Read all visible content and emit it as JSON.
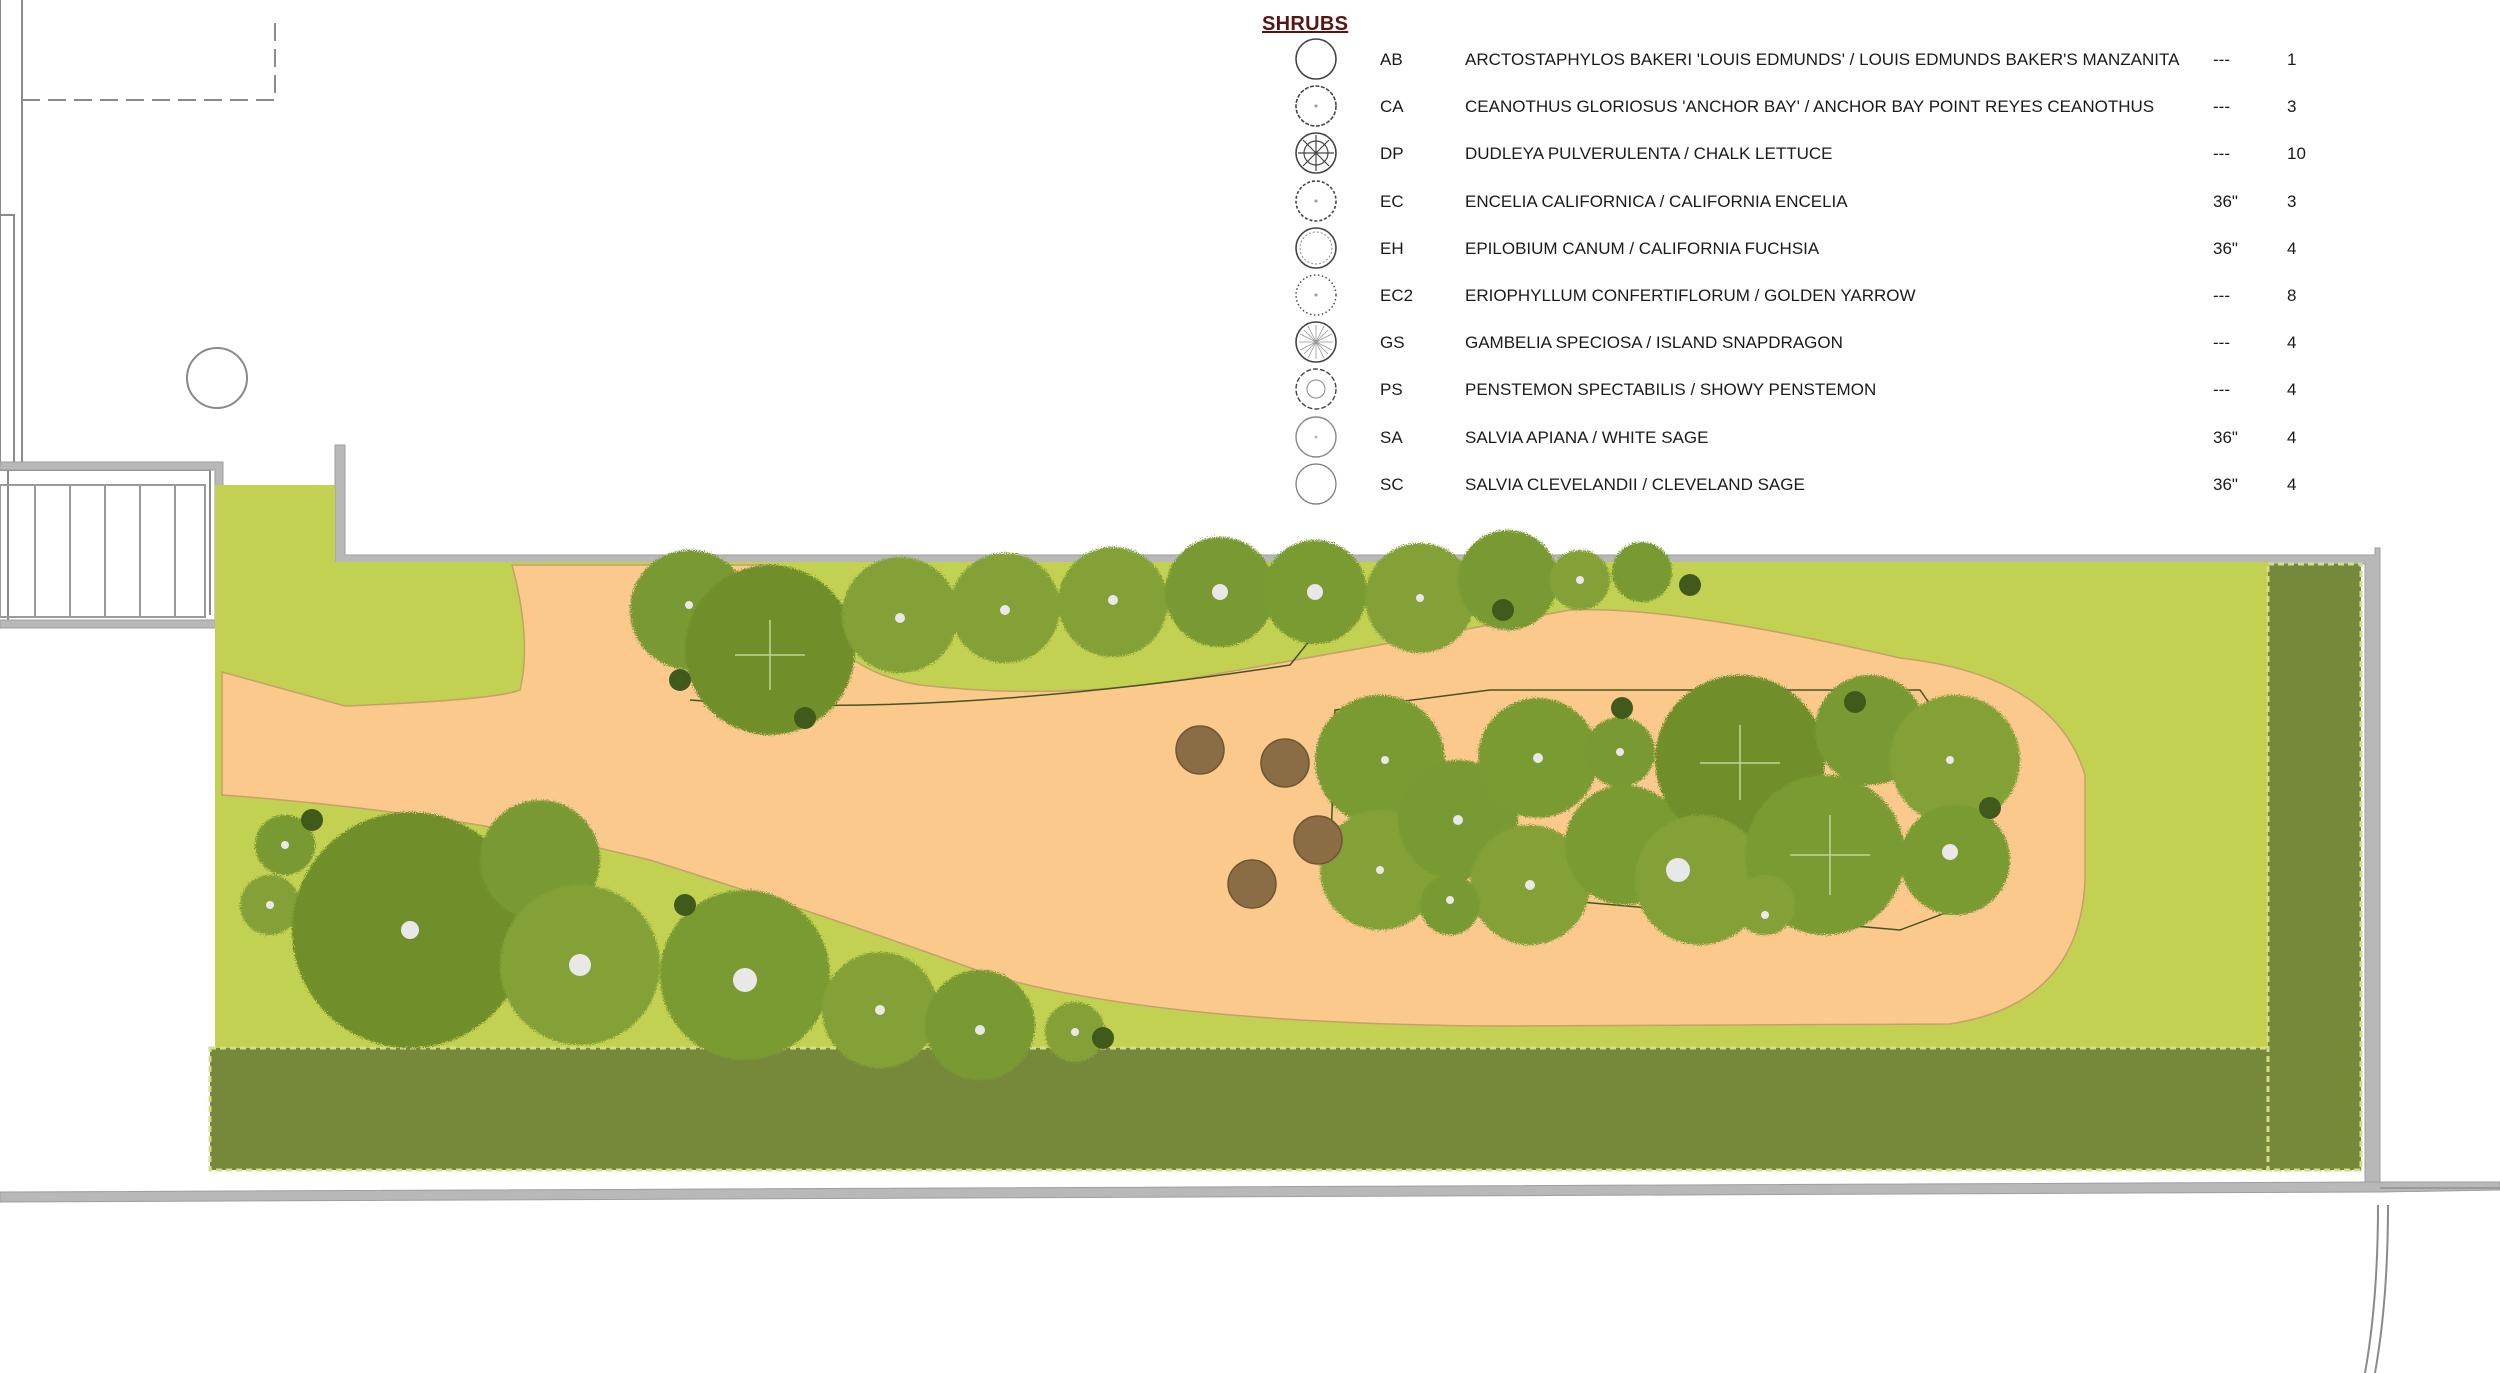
{
  "legend": {
    "title": "SHRUBS",
    "rows": [
      {
        "code": "AB",
        "name": "ARCTOSTAPHYLOS BAKERI 'LOUIS EDMUNDS' / LOUIS EDMUNDS BAKER'S MANZANITA",
        "size": "---",
        "qty": "1",
        "symbol": "plain-circle-icon"
      },
      {
        "code": "CA",
        "name": "CEANOTHUS GLORIOSUS 'ANCHOR BAY' / ANCHOR BAY POINT REYES CEANOTHUS",
        "size": "---",
        "qty": "3",
        "symbol": "scalloped-circle-icon"
      },
      {
        "code": "DP",
        "name": "DUDLEYA PULVERULENTA / CHALK LETTUCE",
        "size": "---",
        "qty": "10",
        "symbol": "rosette-icon"
      },
      {
        "code": "EC",
        "name": "ENCELIA CALIFORNICA / CALIFORNIA ENCELIA",
        "size": "36\"",
        "qty": "3",
        "symbol": "dashed-circle-icon"
      },
      {
        "code": "EH",
        "name": "EPILOBIUM CANUM / CALIFORNIA FUCHSIA",
        "size": "36\"",
        "qty": "4",
        "symbol": "double-circle-icon"
      },
      {
        "code": "EC2",
        "name": "ERIOPHYLLUM CONFERTIFLORUM / GOLDEN YARROW",
        "size": "---",
        "qty": "8",
        "symbol": "dotted-circle-icon"
      },
      {
        "code": "GS",
        "name": "GAMBELIA SPECIOSA / ISLAND SNAPDRAGON",
        "size": "---",
        "qty": "4",
        "symbol": "radial-circle-icon"
      },
      {
        "code": "PS",
        "name": "PENSTEMON SPECTABILIS / SHOWY PENSTEMON",
        "size": "---",
        "qty": "4",
        "symbol": "star-circle-icon"
      },
      {
        "code": "SA",
        "name": "SALVIA APIANA / WHITE SAGE",
        "size": "36\"",
        "qty": "4",
        "symbol": "light-circle-icon"
      },
      {
        "code": "SC",
        "name": "SALVIA CLEVELANDII / CLEVELAND SAGE",
        "size": "36\"",
        "qty": "4",
        "symbol": "thin-circle-icon"
      }
    ]
  },
  "colors": {
    "lawn": "#c3d152",
    "hedge": "#76883a",
    "path": "#fbc98c",
    "shrub_dark": "#6f8f2c",
    "shrub_mid": "#84a138",
    "boulder": "#8b6d45",
    "wall": "#b4b4b4",
    "title": "#5a1212"
  }
}
